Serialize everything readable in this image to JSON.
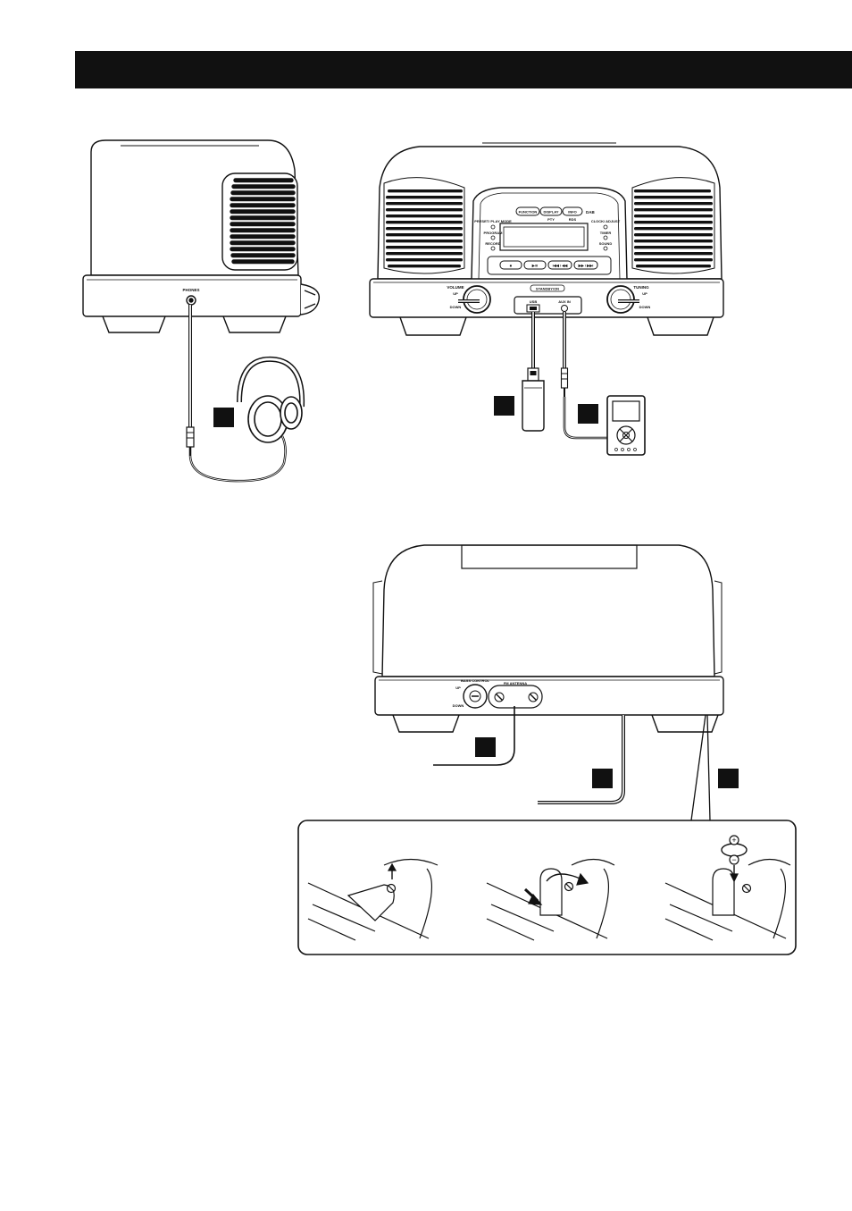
{
  "labels": {
    "side_phones": "PHONES",
    "btn_function": "FUNCTION",
    "btn_display": "DISPLAY",
    "btn_info": "INFO",
    "dab_logo": "DAB",
    "pty": "PTY",
    "rds": "RDS",
    "preset_play_mode": "PRESET/ PLAY MODE",
    "program": "PROGRAM",
    "record": "RECORD",
    "clock_adjust": "CLOCK/ ADJUST",
    "timer": "TIMER",
    "sound": "SOUND",
    "volume": "VOLUME",
    "tuning": "TUNING",
    "up": "UP",
    "down": "DOWN",
    "standby_on": "STANDBY/ON",
    "usb": "USB",
    "aux_in": "AUX IN",
    "bass_control": "BASS CONTROL",
    "fm_antenna": "FM ANTENNA"
  },
  "transport_buttons": [
    "■",
    "▶/II",
    "I◀◀ / ◀◀",
    "▶▶ / ▶▶I"
  ],
  "battery_symbols": {
    "plus": "+",
    "minus": "−"
  }
}
